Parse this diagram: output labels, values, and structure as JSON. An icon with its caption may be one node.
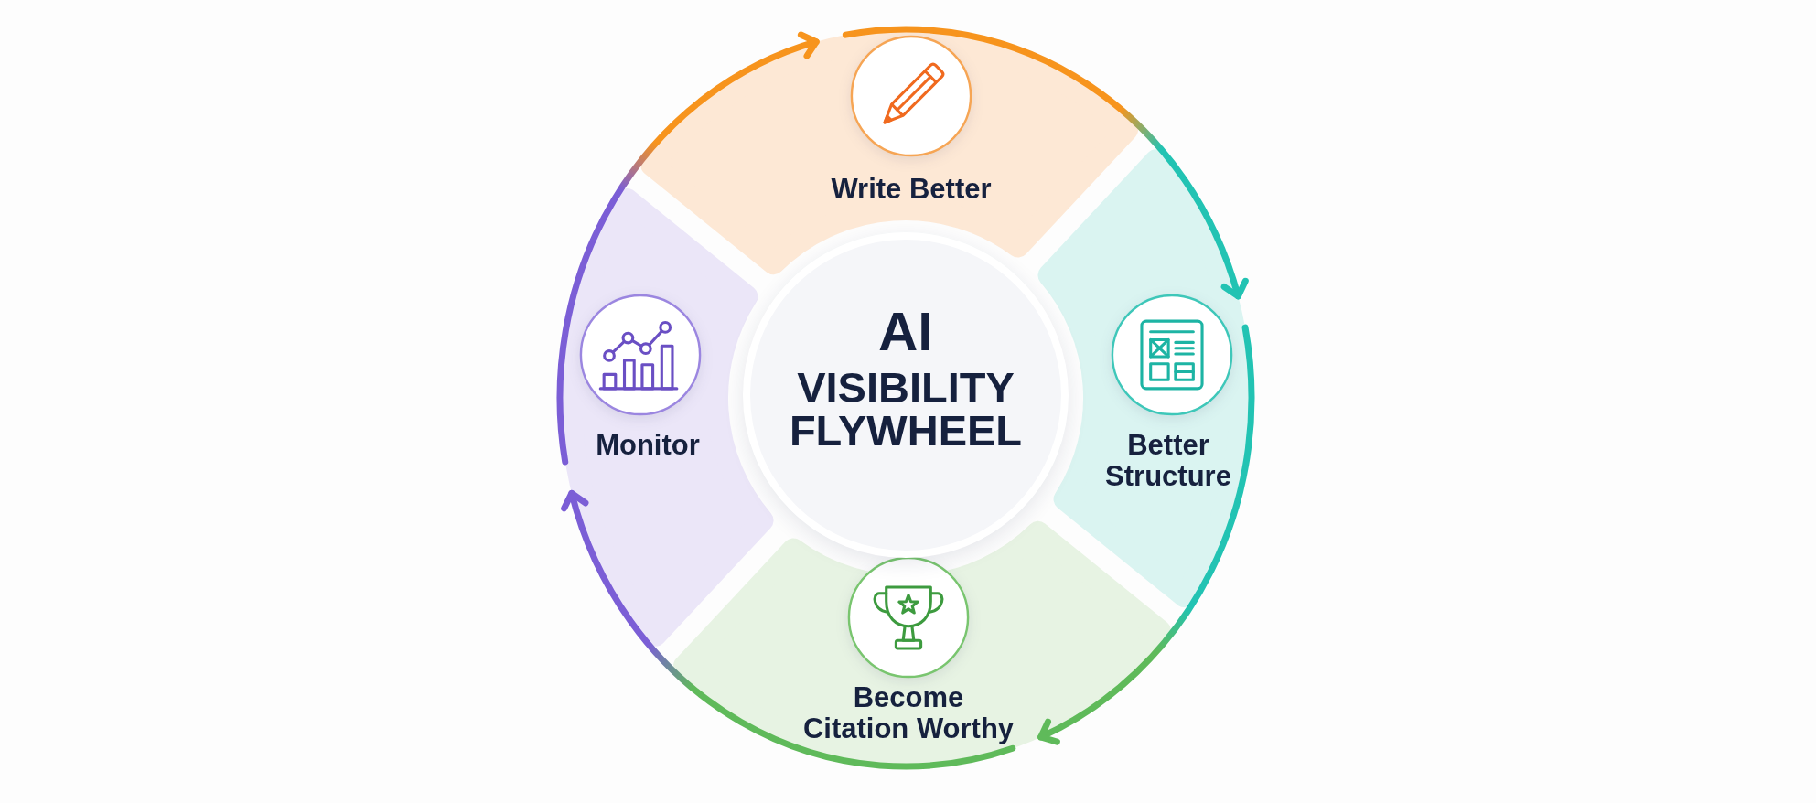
{
  "diagram": {
    "nodes": [
      {
        "text": [
          "AI",
          "VISIBILITY FLYWHEEL"
        ]
      },
      {
        "text": [
          "Write Better"
        ]
      },
      {
        "text": [
          "Better Structure"
        ]
      },
      {
        "text": [
          "Become Citation Worthy"
        ]
      },
      {
        "text": [
          "Monitor"
        ]
      }
    ],
    "edges": [
      {
        "from": 4,
        "to": 1,
        "arrow": "to",
        "color": "#f7941d"
      },
      {
        "from": 1,
        "to": 2,
        "arrow": "to",
        "color": "#22c3b3"
      },
      {
        "from": 2,
        "to": 3,
        "arrow": "to",
        "color": "#5fba5a"
      },
      {
        "from": 3,
        "to": 4,
        "arrow": "to",
        "color": "#7b5ed6"
      }
    ]
  }
}
